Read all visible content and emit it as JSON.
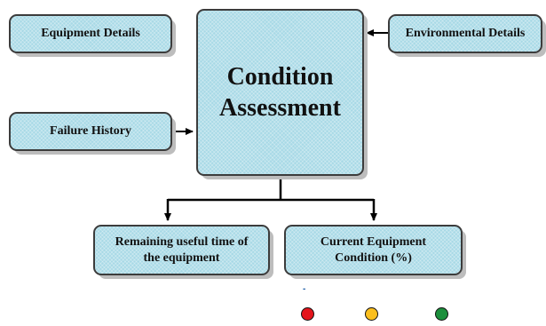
{
  "diagram": {
    "center": {
      "line1": "Condition",
      "line2": "Assessment"
    },
    "inputs": {
      "equipment_details": "Equipment Details",
      "failure_history": "Failure History",
      "environmental_details": "Environmental Details"
    },
    "outputs": {
      "remaining_line1": "Remaining useful time of",
      "remaining_line2": "the equipment",
      "current_line1": "Current Equipment",
      "current_line2": "Condition (%)"
    },
    "legend_mark": "-",
    "indicator_colors": {
      "red": "#e4151c",
      "yellow": "#fbbf1e",
      "green": "#1c8f3c"
    },
    "box_fill": "#a8d9e6",
    "border_color": "#3c3c3c"
  }
}
